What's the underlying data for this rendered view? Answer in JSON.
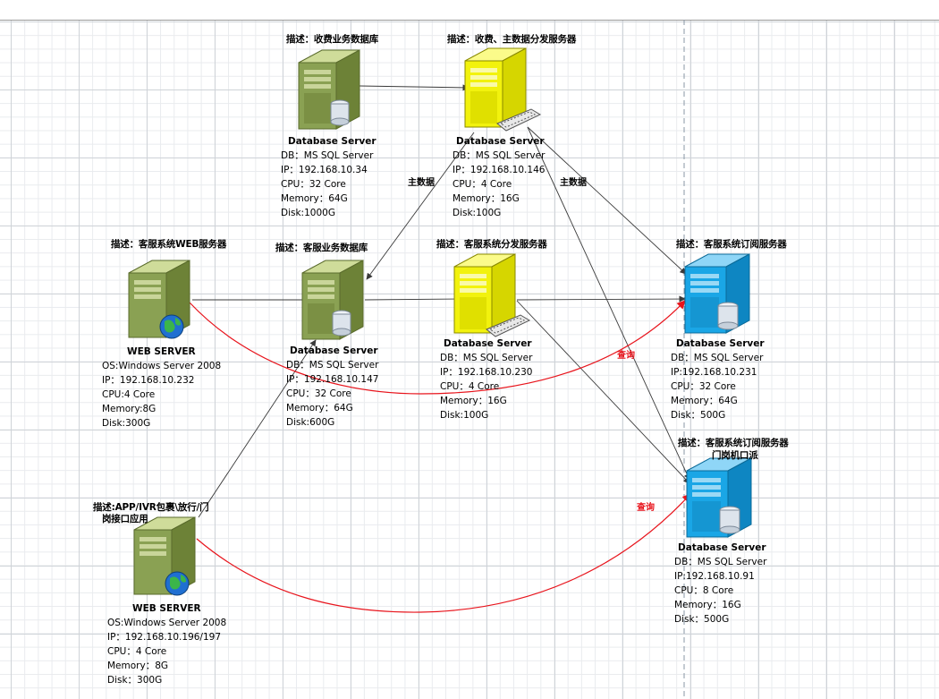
{
  "colors": {
    "olive": "#8aa153",
    "yellow": "#f2f20d",
    "blue": "#1aa6e6",
    "query_line": "#e8141c",
    "wire": "#3a3a3a"
  },
  "nodes": {
    "billing_db": {
      "icon": "database-server-icon",
      "desc": "描述：收费业务数据库",
      "title": "Database Server",
      "lines": [
        "DB：MS SQL Server",
        "IP：192.168.10.34",
        "CPU：32 Core",
        "Memory：64G",
        "Disk:1000G"
      ]
    },
    "dist_server": {
      "icon": "distribution-server-icon",
      "desc": "描述：收费、主数据分发服务器",
      "title": "Database Server",
      "lines": [
        "DB：MS SQL Server",
        "IP：192.168.10.146",
        "CPU：4 Core",
        "Memory：16G",
        "Disk:100G"
      ]
    },
    "cs_web": {
      "icon": "web-server-icon",
      "desc": "描述：客服系统WEB服务器",
      "title": "WEB SERVER",
      "lines": [
        "OS:Windows Server 2008",
        "IP：192.168.10.232",
        "CPU:4 Core",
        "Memory:8G",
        "Disk:300G"
      ]
    },
    "cs_db": {
      "icon": "database-server-icon",
      "desc": "描述：客服业务数据库",
      "title": "Database Server",
      "lines": [
        "DB：MS SQL Server",
        "IP：192.168.10.147",
        "CPU：32 Core",
        "Memory：64G",
        "Disk:600G"
      ]
    },
    "cs_dist": {
      "icon": "distribution-server-icon",
      "desc": "描述：客服系统分发服务器",
      "title": "Database Server",
      "lines": [
        "DB：MS SQL Server",
        "IP：192.168.10.230",
        "CPU：4 Core",
        "Memory：16G",
        "Disk:100G"
      ]
    },
    "cs_sub1": {
      "icon": "subscription-server-icon",
      "desc": "描述：客服系统订阅服务器",
      "title": "Database Server",
      "lines": [
        "DB：MS SQL Server",
        "IP:192.168.10.231",
        "CPU：32 Core",
        "Memory：64G",
        "Disk：500G"
      ]
    },
    "cs_sub2": {
      "icon": "subscription-server-icon",
      "desc": "描述：客服系统订阅服务器",
      "desc2": "门岗机口派",
      "title": "Database Server",
      "lines": [
        "DB：MS SQL Server",
        "IP:192.168.10.91",
        "CPU：8 Core",
        "Memory：16G",
        "Disk：500G"
      ]
    },
    "app_web": {
      "icon": "web-server-icon",
      "desc": "描述:APP/IVR包裹\\放行/门",
      "desc2": "岗接口应用",
      "title": "WEB SERVER",
      "lines": [
        "OS:Windows Server 2008",
        "IP：192.168.10.196/197",
        "CPU：4 Core",
        "Memory：8G",
        "Disk：300G"
      ]
    }
  },
  "edge_labels": {
    "master_data_1": "主数据",
    "master_data_2": "主数据",
    "query_1": "查询",
    "query_2": "查询"
  }
}
